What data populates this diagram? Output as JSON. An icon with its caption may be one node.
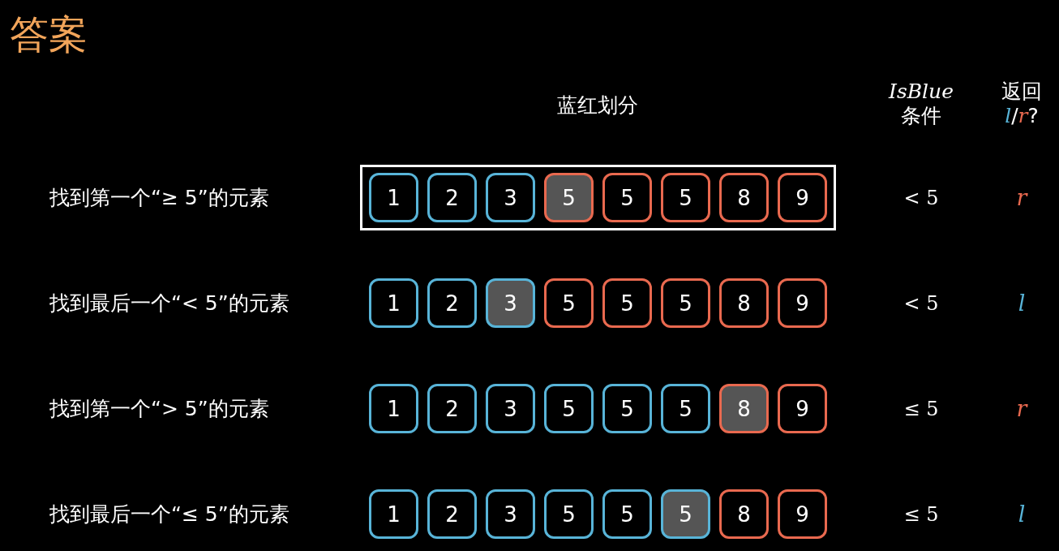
{
  "diagram": {
    "title": "答案",
    "nodes": [
      {
        "text": [],
        "shape": "box"
      },
      {
        "text": [
          "1"
        ],
        "in": 0
      },
      {
        "text": [
          "2"
        ],
        "in": 0
      },
      {
        "text": [
          "3"
        ],
        "in": 0
      },
      {
        "text": [
          "5"
        ],
        "in": 0
      },
      {
        "text": [
          "5"
        ],
        "in": 0
      },
      {
        "text": [
          "5"
        ],
        "in": 0
      },
      {
        "text": [
          "8"
        ],
        "in": 0
      },
      {
        "text": [
          "9"
        ],
        "in": 0
      },
      {
        "text": [
          "1"
        ]
      },
      {
        "text": [
          "2"
        ]
      },
      {
        "text": [
          "3"
        ]
      },
      {
        "text": [
          "5"
        ]
      },
      {
        "text": [
          "5"
        ]
      },
      {
        "text": [
          "5"
        ]
      },
      {
        "text": [
          "8"
        ]
      },
      {
        "text": [
          "9"
        ]
      },
      {
        "text": [
          "1"
        ]
      },
      {
        "text": [
          "2"
        ]
      },
      {
        "text": [
          "3"
        ]
      },
      {
        "text": [
          "5"
        ]
      },
      {
        "text": [
          "5"
        ]
      },
      {
        "text": [
          "5"
        ]
      },
      {
        "text": [
          "8"
        ]
      },
      {
        "text": [
          "9"
        ]
      },
      {
        "text": [
          "1"
        ]
      },
      {
        "text": [
          "2"
        ]
      },
      {
        "text": [
          "3"
        ]
      },
      {
        "text": [
          "5"
        ]
      },
      {
        "text": [
          "5"
        ]
      },
      {
        "text": [
          "5"
        ]
      },
      {
        "text": [
          "8"
        ]
      },
      {
        "text": [
          "9"
        ]
      }
    ],
    "labels": [
      "蓝红划分",
      "*IsBlue* 条件",
      "返回 *l*/*r*?",
      "找到第一个“≥ 5”的元素",
      "< 5",
      "r",
      "找到最后一个“< 5”的元素",
      "< 5",
      "l",
      "找到第一个“> 5”的元素",
      "≤ 5",
      "r",
      "找到最后一个“≤ 5”的元素",
      "≤ 5",
      "l"
    ]
  }
}
